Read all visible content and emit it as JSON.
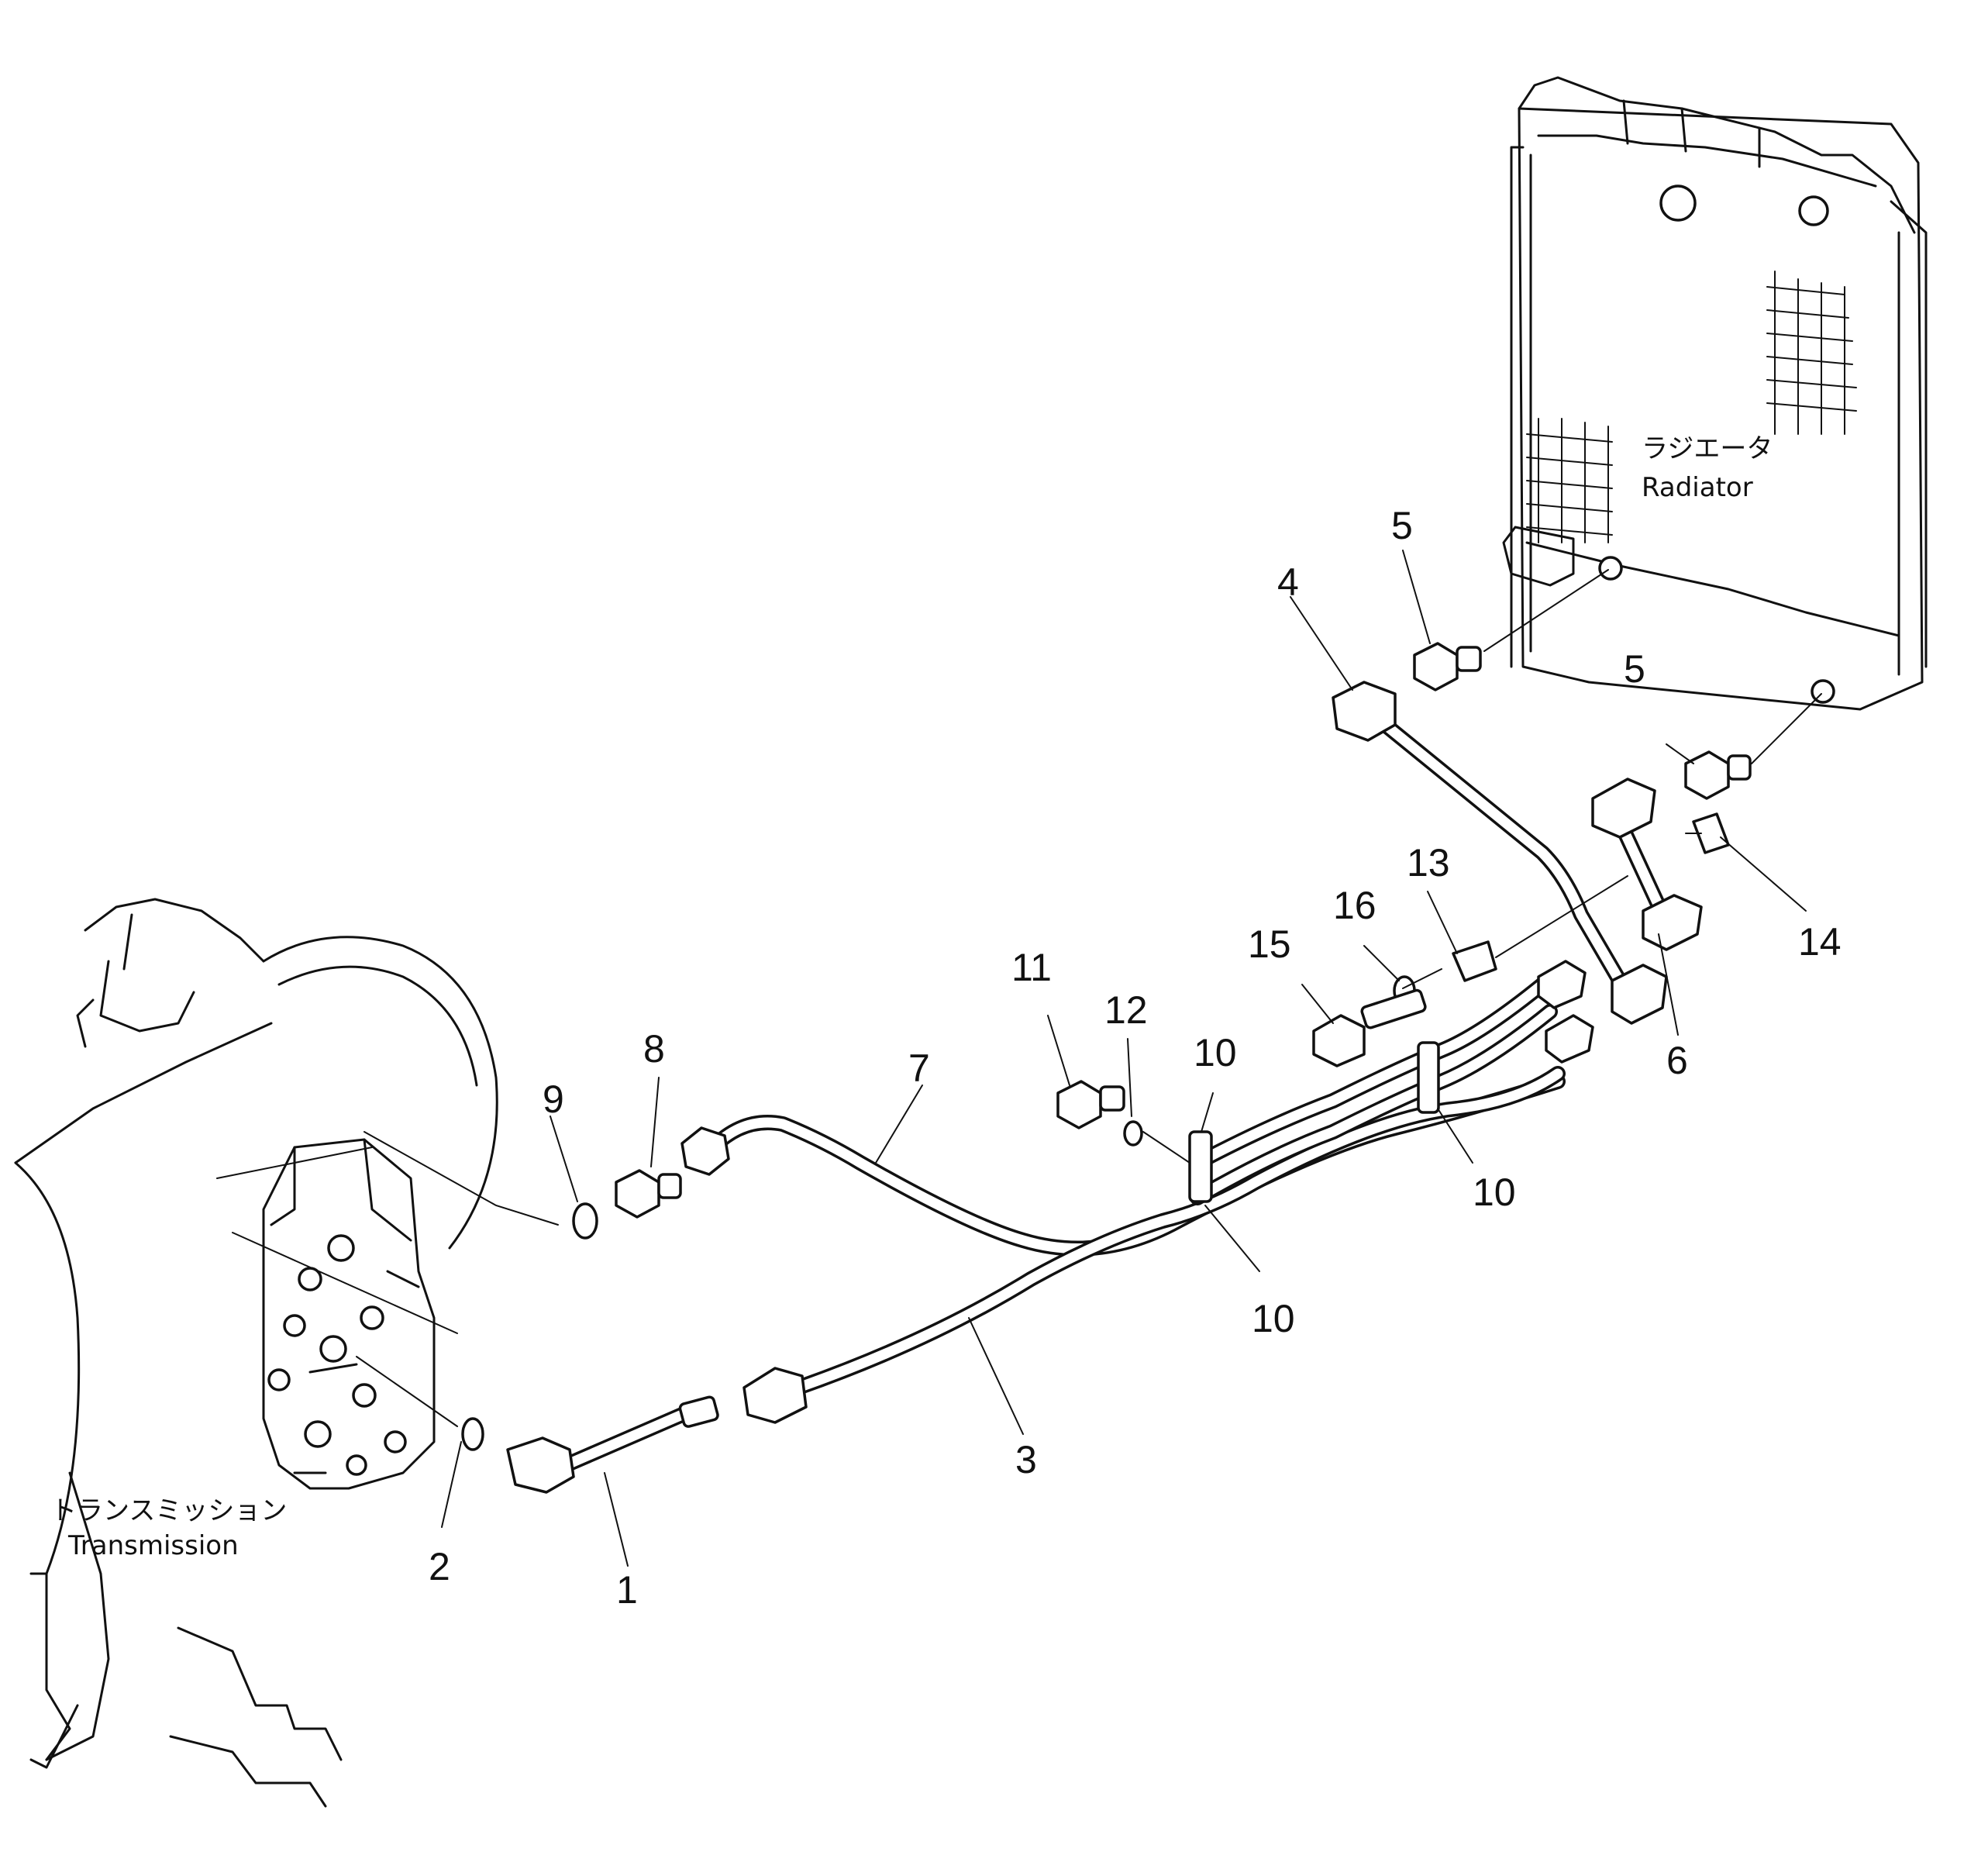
{
  "labels": {
    "radiator_jp": "ラジエータ",
    "radiator_en": "Radiator",
    "transmission_jp": "トランスミッション",
    "transmission_en": "Transmission"
  },
  "callouts": [
    {
      "id": "p1",
      "text": "1"
    },
    {
      "id": "p2",
      "text": "2"
    },
    {
      "id": "p3",
      "text": "3"
    },
    {
      "id": "p4",
      "text": "4"
    },
    {
      "id": "p5a",
      "text": "5"
    },
    {
      "id": "p5b",
      "text": "5"
    },
    {
      "id": "p6",
      "text": "6"
    },
    {
      "id": "p7",
      "text": "7"
    },
    {
      "id": "p8",
      "text": "8"
    },
    {
      "id": "p9",
      "text": "9"
    },
    {
      "id": "p10a",
      "text": "10"
    },
    {
      "id": "p10b",
      "text": "10"
    },
    {
      "id": "p10c",
      "text": "10"
    },
    {
      "id": "p11",
      "text": "11"
    },
    {
      "id": "p12",
      "text": "12"
    },
    {
      "id": "p13",
      "text": "13"
    },
    {
      "id": "p14",
      "text": "14"
    },
    {
      "id": "p15",
      "text": "15"
    },
    {
      "id": "p16",
      "text": "16"
    }
  ]
}
